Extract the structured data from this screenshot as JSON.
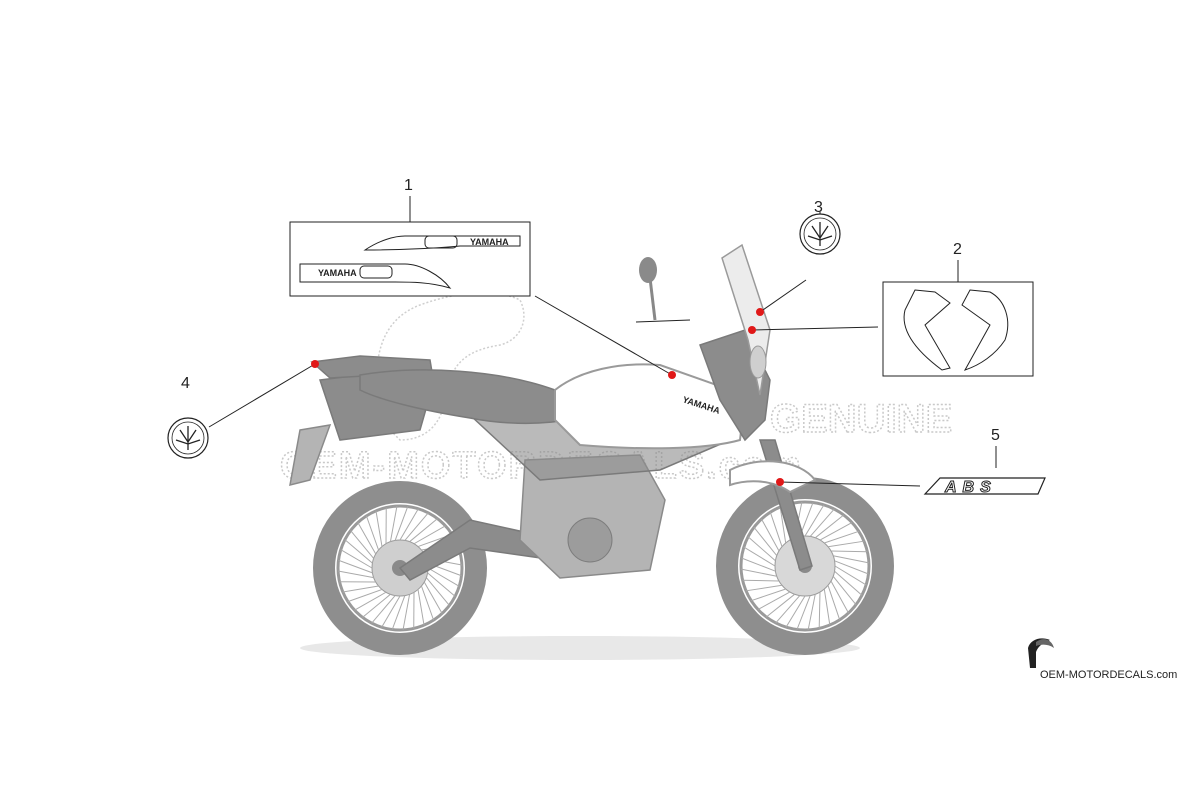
{
  "callouts": [
    {
      "id": "1",
      "label": "1",
      "part": "fuel-tank-side-decal-set"
    },
    {
      "id": "2",
      "label": "2",
      "part": "fairing-side-decal-pair"
    },
    {
      "id": "3",
      "label": "3",
      "part": "tuning-fork-emblem-front"
    },
    {
      "id": "4",
      "label": "4",
      "part": "tuning-fork-emblem-rear"
    },
    {
      "id": "5",
      "label": "5",
      "part": "abs-decal"
    }
  ],
  "decals": {
    "tank_text_upper": "YAMAHA",
    "tank_text_lower": "YAMAHA",
    "abs_text": "ABS"
  },
  "watermark": {
    "genuine": "GENUINE",
    "site": "OEM-MOTORDECALS.com"
  },
  "footer_logo": {
    "text": "OEM-MOTORDECALS.com"
  },
  "colors": {
    "marker": "#e01818",
    "line": "#222222",
    "bike_outline": "#9a9a9a"
  }
}
